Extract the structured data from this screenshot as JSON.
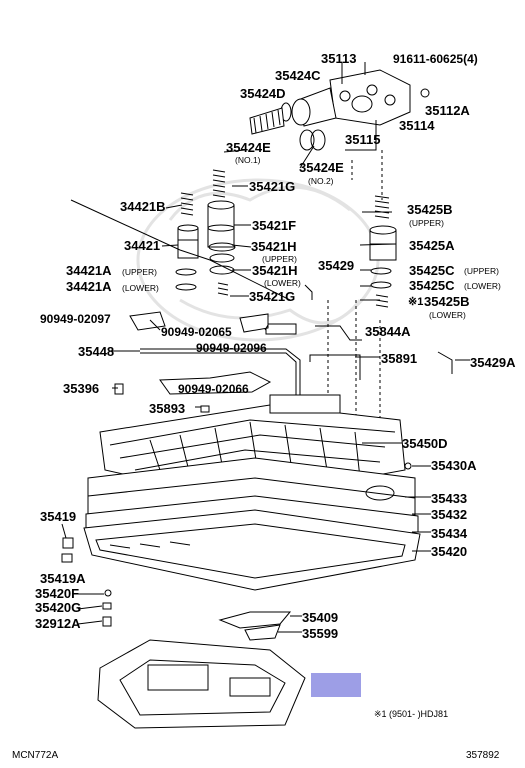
{
  "callouts": [
    {
      "id": "p35113",
      "text": "35113",
      "l": 321,
      "t": 52
    },
    {
      "id": "p91611",
      "text": "91611-60625(4)",
      "l": 393,
      "t": 52
    },
    {
      "id": "p35424C",
      "text": "35424C",
      "l": 275,
      "t": 69
    },
    {
      "id": "p35424D",
      "text": "35424D",
      "l": 240,
      "t": 87
    },
    {
      "id": "p35112A",
      "text": "35112A",
      "l": 425,
      "t": 104
    },
    {
      "id": "p35114",
      "text": "35114",
      "l": 399,
      "t": 119
    },
    {
      "id": "p35115",
      "text": "35115",
      "l": 345,
      "t": 133
    },
    {
      "id": "p35424E1",
      "text": "35424E",
      "l": 226,
      "t": 141
    },
    {
      "id": "p35424E2",
      "text": "35424E",
      "l": 299,
      "t": 161
    },
    {
      "id": "p35421G1",
      "text": "35421G",
      "l": 249,
      "t": 180
    },
    {
      "id": "p34421B",
      "text": "34421B",
      "l": 120,
      "t": 200
    },
    {
      "id": "p35425B",
      "text": "35425B",
      "l": 407,
      "t": 203
    },
    {
      "id": "p35421F",
      "text": "35421F",
      "l": 252,
      "t": 219
    },
    {
      "id": "p34421",
      "text": "34421",
      "l": 124,
      "t": 239
    },
    {
      "id": "p35421H1",
      "text": "35421H",
      "l": 251,
      "t": 240
    },
    {
      "id": "p35425A",
      "text": "35425A",
      "l": 409,
      "t": 239
    },
    {
      "id": "p35429",
      "text": "35429",
      "l": 318,
      "t": 259
    },
    {
      "id": "p34421A1",
      "text": "34421A",
      "l": 66,
      "t": 264
    },
    {
      "id": "p35421H2",
      "text": "35421H",
      "l": 252,
      "t": 264
    },
    {
      "id": "p35425C1",
      "text": "35425C",
      "l": 409,
      "t": 264
    },
    {
      "id": "p34421A2",
      "text": "34421A",
      "l": 66,
      "t": 280
    },
    {
      "id": "p35425C2",
      "text": "35425C",
      "l": 409,
      "t": 279
    },
    {
      "id": "p35421G2",
      "text": "35421G",
      "l": 249,
      "t": 290
    },
    {
      "id": "p35425B2",
      "text": "35425B",
      "l": 424,
      "t": 295
    },
    {
      "id": "p90949_02097",
      "text": "90949-02097",
      "l": 40,
      "t": 312
    },
    {
      "id": "p90949_02065",
      "text": "90949-02065",
      "l": 161,
      "t": 325
    },
    {
      "id": "p35844A",
      "text": "35844A",
      "l": 365,
      "t": 325
    },
    {
      "id": "p90949_02096",
      "text": "90949-02096",
      "l": 196,
      "t": 341
    },
    {
      "id": "p35448",
      "text": "35448",
      "l": 78,
      "t": 345
    },
    {
      "id": "p35891",
      "text": "35891",
      "l": 381,
      "t": 352
    },
    {
      "id": "p35429A",
      "text": "35429A",
      "l": 470,
      "t": 356
    },
    {
      "id": "p35396",
      "text": "35396",
      "l": 63,
      "t": 382
    },
    {
      "id": "p90949_02066",
      "text": "90949-02066",
      "l": 178,
      "t": 382
    },
    {
      "id": "p35893",
      "text": "35893",
      "l": 149,
      "t": 402
    },
    {
      "id": "p35450D",
      "text": "35450D",
      "l": 402,
      "t": 437
    },
    {
      "id": "p35430A",
      "text": "35430A",
      "l": 431,
      "t": 459
    },
    {
      "id": "p35433",
      "text": "35433",
      "l": 431,
      "t": 492
    },
    {
      "id": "p35419",
      "text": "35419",
      "l": 40,
      "t": 510
    },
    {
      "id": "p35432",
      "text": "35432",
      "l": 431,
      "t": 508
    },
    {
      "id": "p35434",
      "text": "35434",
      "l": 431,
      "t": 527
    },
    {
      "id": "p35420",
      "text": "35420",
      "l": 431,
      "t": 545
    },
    {
      "id": "p35419A",
      "text": "35419A",
      "l": 40,
      "t": 572
    },
    {
      "id": "p35420F",
      "text": "35420F",
      "l": 35,
      "t": 587
    },
    {
      "id": "p35420G",
      "text": "35420G",
      "l": 35,
      "t": 601
    },
    {
      "id": "p35409",
      "text": "35409",
      "l": 302,
      "t": 611
    },
    {
      "id": "p32912A",
      "text": "32912A",
      "l": 35,
      "t": 617
    },
    {
      "id": "p35599",
      "text": "35599",
      "l": 302,
      "t": 627
    }
  ],
  "sublabels": [
    {
      "id": "s_no1",
      "text": "(NO.1)",
      "l": 235,
      "t": 155
    },
    {
      "id": "s_no2",
      "text": "(NO.2)",
      "l": 308,
      "t": 176
    },
    {
      "id": "s_upper_h",
      "text": "(UPPER)",
      "l": 262,
      "t": 254
    },
    {
      "id": "s_upper_b",
      "text": "(UPPER)",
      "l": 409,
      "t": 218
    },
    {
      "id": "s_upper_a",
      "text": "(UPPER)",
      "l": 122,
      "t": 267
    },
    {
      "id": "s_lower_h",
      "text": "(LOWER)",
      "l": 264,
      "t": 278
    },
    {
      "id": "s_upper_c",
      "text": "(UPPER)",
      "l": 464,
      "t": 266
    },
    {
      "id": "s_lower_a",
      "text": "(LOWER)",
      "l": 122,
      "t": 283
    },
    {
      "id": "s_lower_c",
      "text": "(LOWER)",
      "l": 464,
      "t": 281
    },
    {
      "id": "s_lower_b",
      "text": "(LOWER)",
      "l": 429,
      "t": 310
    }
  ],
  "note_mark": "※1",
  "footnote": "※1 (9501-      )HDJ81",
  "model_code": "MCN772A",
  "illustration_number": "357892",
  "highlight_color": "#9d9ee6"
}
